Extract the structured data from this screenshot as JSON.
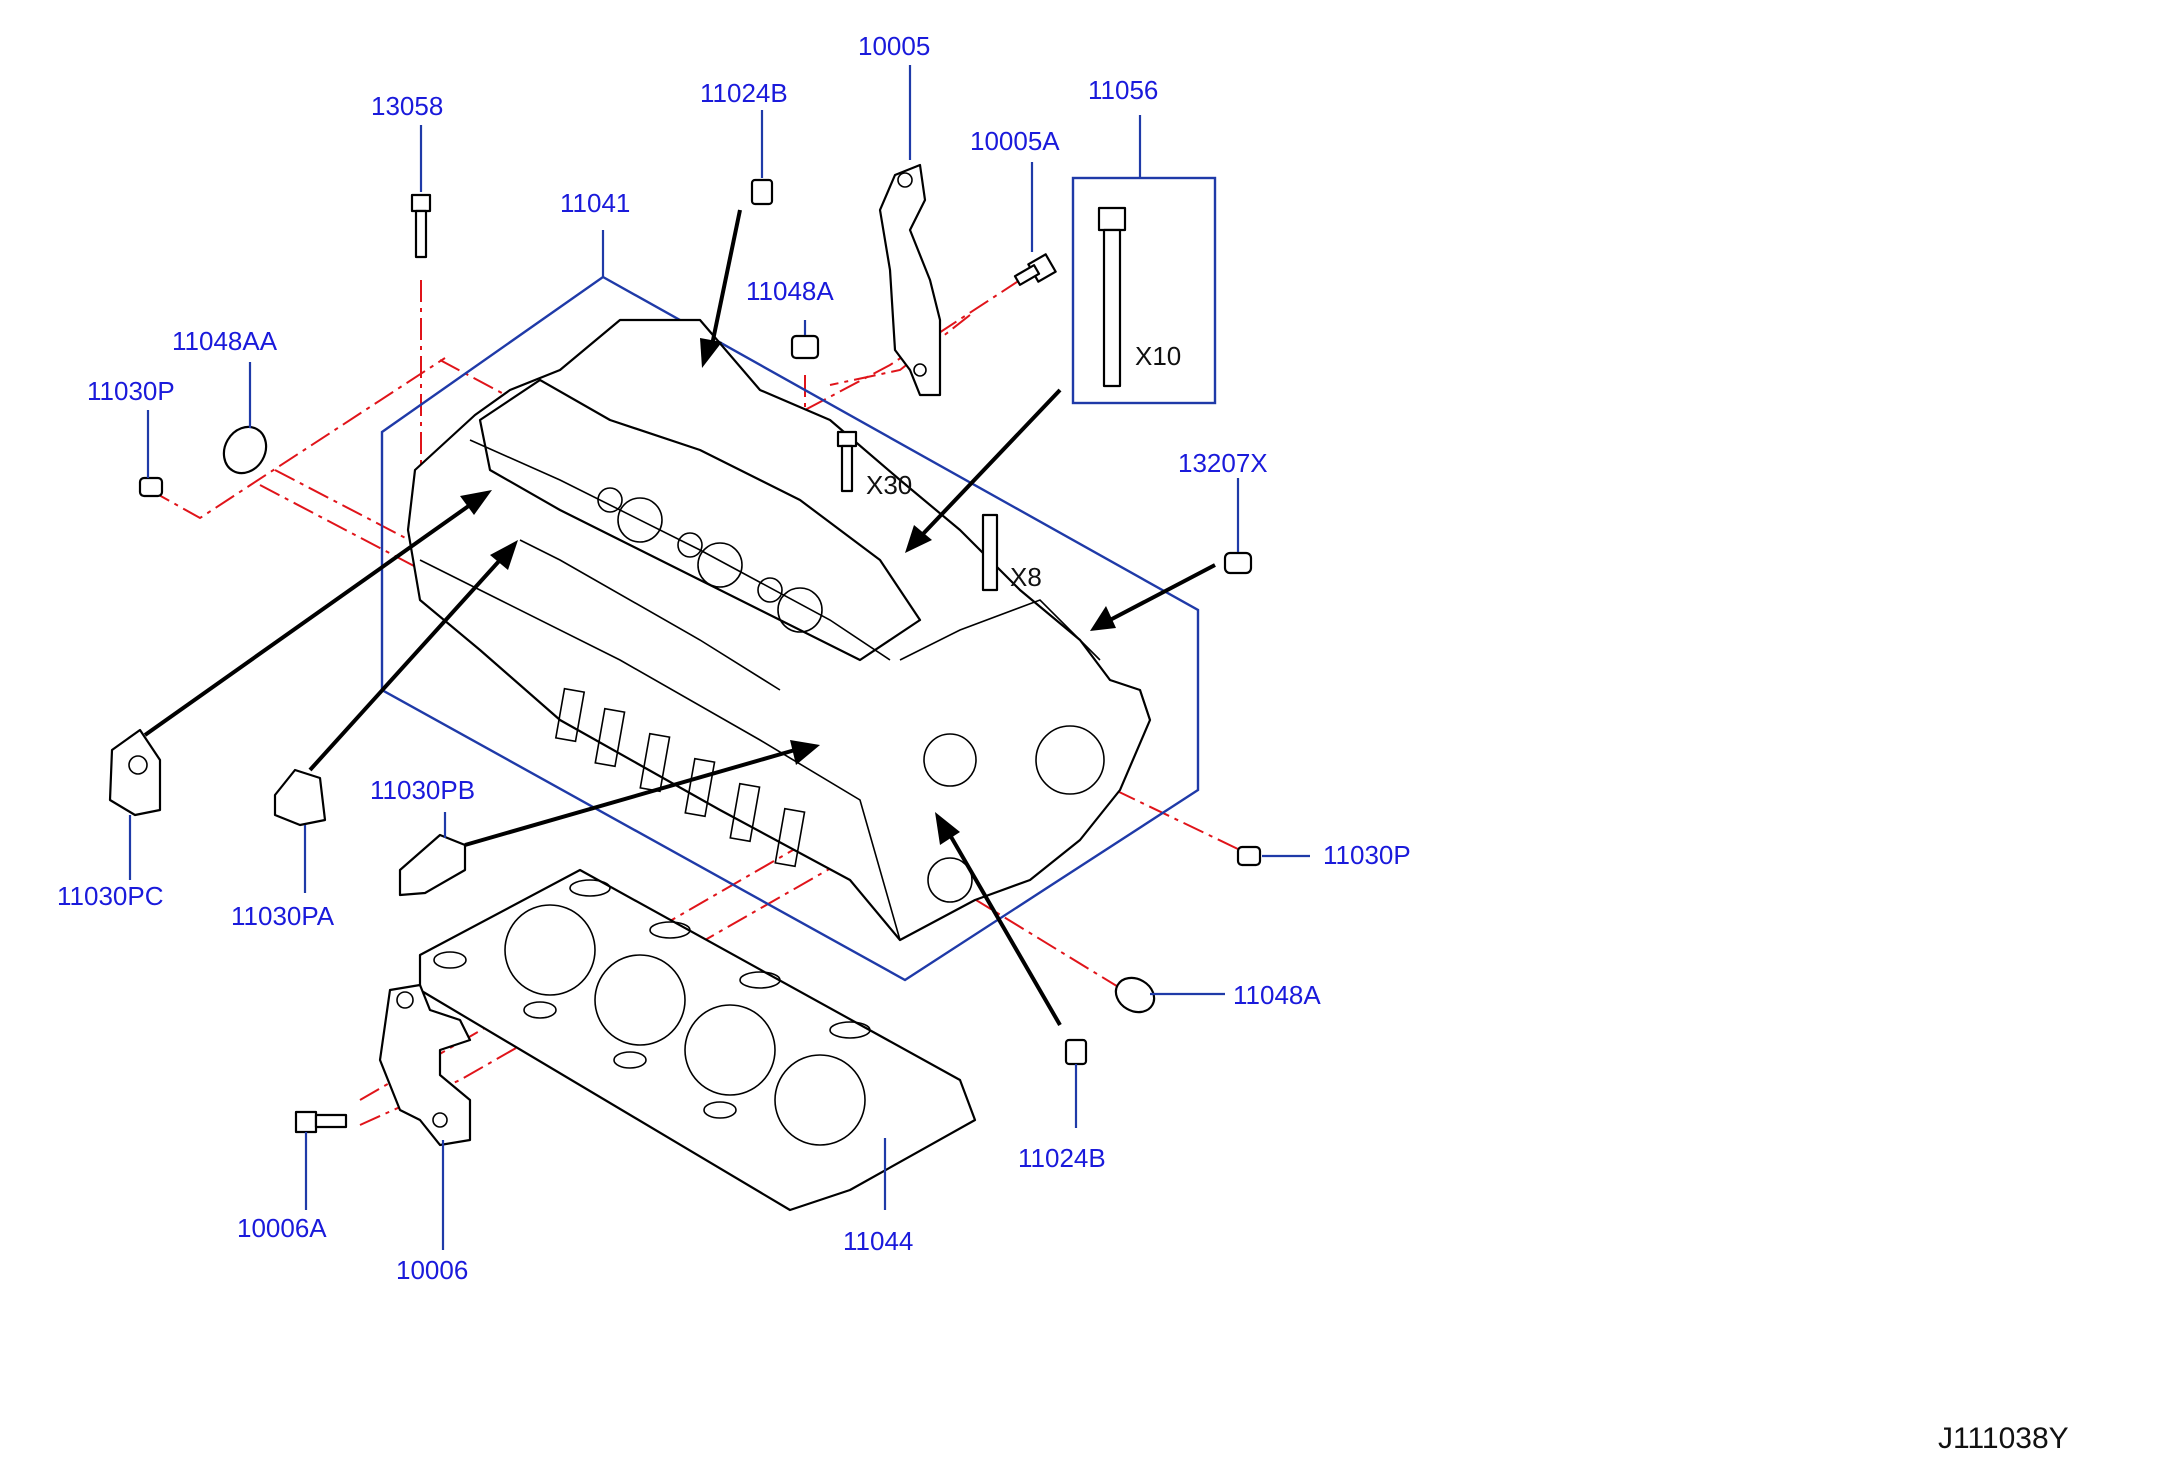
{
  "diagram_id": "J111038Y",
  "colors": {
    "label": "#1a1adb",
    "leader": "#1f3aa8",
    "centerline": "#e0141a",
    "outline": "#000000"
  },
  "labels": {
    "p13058": "13058",
    "p11024B_top": "11024B",
    "p10005": "10005",
    "p10005A": "10005A",
    "p11056": "11056",
    "p11041": "11041",
    "p11048A_top": "11048A",
    "p11048AA": "11048AA",
    "p11030P_left": "11030P",
    "p13207X": "13207X",
    "p11030PB": "11030PB",
    "p11030PC": "11030PC",
    "p11030PA": "11030PA",
    "p11030P_right": "11030P",
    "p11048A_right": "11048A",
    "p11024B_bottom": "11024B",
    "p11044": "11044",
    "p10006A": "10006A",
    "p10006": "10006"
  },
  "quantities": {
    "head_bolts": "X10",
    "cam_bolts": "X30",
    "studs": "X8"
  }
}
